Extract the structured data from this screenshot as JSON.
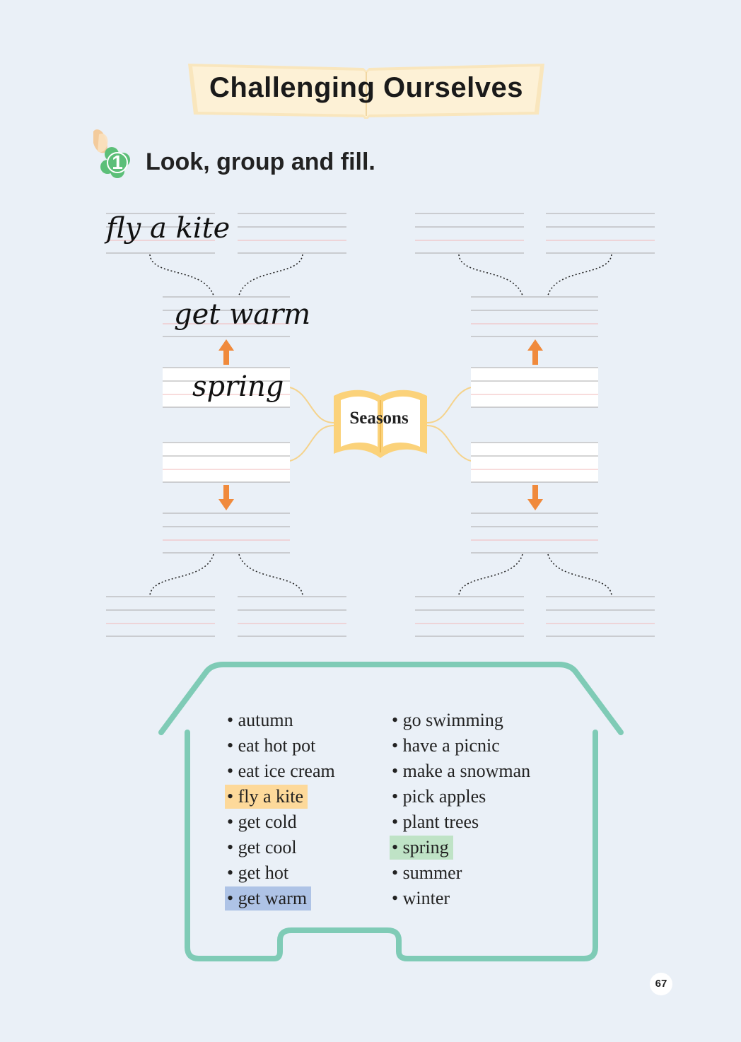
{
  "header": {
    "title": "Challenging Ourselves"
  },
  "task": {
    "number": "1",
    "instruction": "Look, group and fill."
  },
  "mindmap": {
    "center_label": "Seasons",
    "examples": {
      "season": "spring",
      "feeling": "get warm",
      "activity": "fly a kite"
    }
  },
  "word_bank": {
    "column_left": [
      {
        "text": "autumn",
        "highlight": ""
      },
      {
        "text": "eat hot pot",
        "highlight": ""
      },
      {
        "text": "eat ice cream",
        "highlight": ""
      },
      {
        "text": "fly a kite",
        "highlight": "#fdd99a"
      },
      {
        "text": "get cold",
        "highlight": ""
      },
      {
        "text": "get cool",
        "highlight": ""
      },
      {
        "text": "get hot",
        "highlight": ""
      },
      {
        "text": "get warm",
        "highlight": "#aec3e6"
      }
    ],
    "column_right": [
      {
        "text": "go swimming",
        "highlight": ""
      },
      {
        "text": "have a picnic",
        "highlight": ""
      },
      {
        "text": "make a snowman",
        "highlight": ""
      },
      {
        "text": "pick apples",
        "highlight": ""
      },
      {
        "text": "plant trees",
        "highlight": ""
      },
      {
        "text": "spring",
        "highlight": "#bfe3c6"
      },
      {
        "text": "summer",
        "highlight": ""
      },
      {
        "text": "winter",
        "highlight": ""
      }
    ]
  },
  "footer": {
    "page_number": "67"
  },
  "colors": {
    "background": "#eaf0f7",
    "arrow": "#f08a3c",
    "house_outline": "#7fcbb6",
    "book": "#fbd27a",
    "task_badge": "#5cbf78"
  }
}
